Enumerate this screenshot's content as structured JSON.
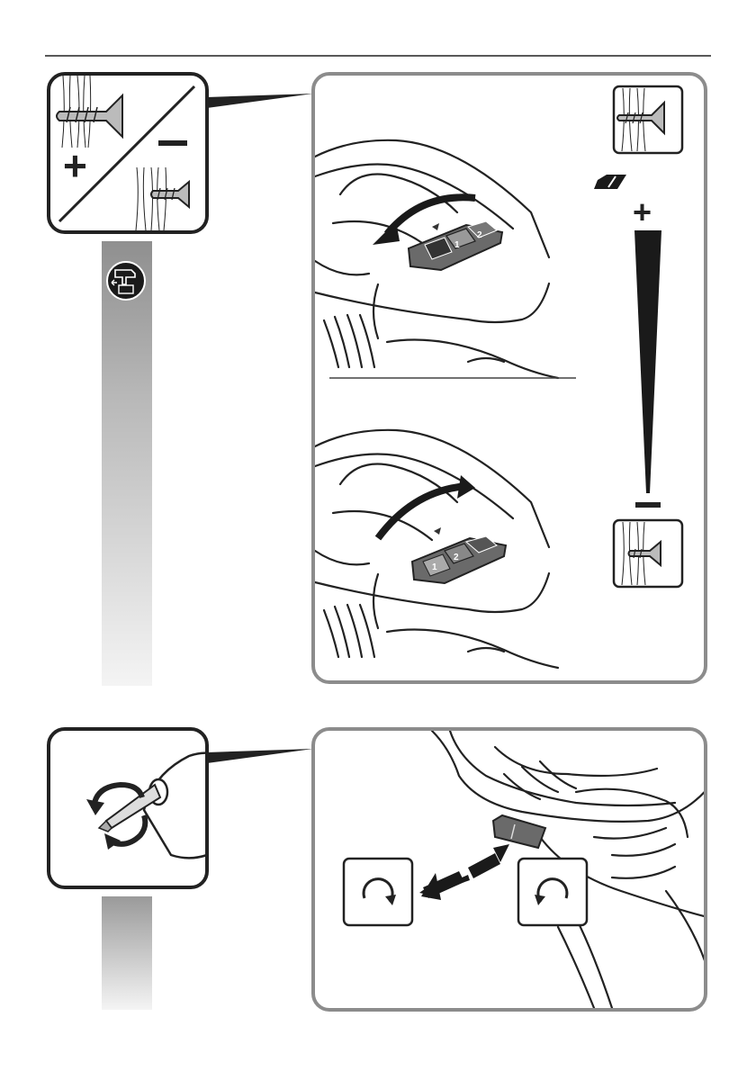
{
  "page": {
    "colors": {
      "frame_stroke": "#222222",
      "panel_stroke": "#8c8c8c",
      "gradient_top": "#8f8f8f",
      "gradient_bottom": "#f4f4f4",
      "icon_dark": "#1a1a1a"
    }
  },
  "section_torque": {
    "speed_selector": {
      "top_detail": {
        "mode_labels": [
          "1",
          "2"
        ]
      },
      "bottom_detail": {
        "mode_labels": [
          "1",
          "2"
        ]
      }
    },
    "scale": {
      "plus_symbol": "+",
      "minus_symbol": "–"
    }
  },
  "section_direction": {
    "icons": [
      "rotate-clockwise-icon",
      "rotate-counterclockwise-icon"
    ]
  }
}
